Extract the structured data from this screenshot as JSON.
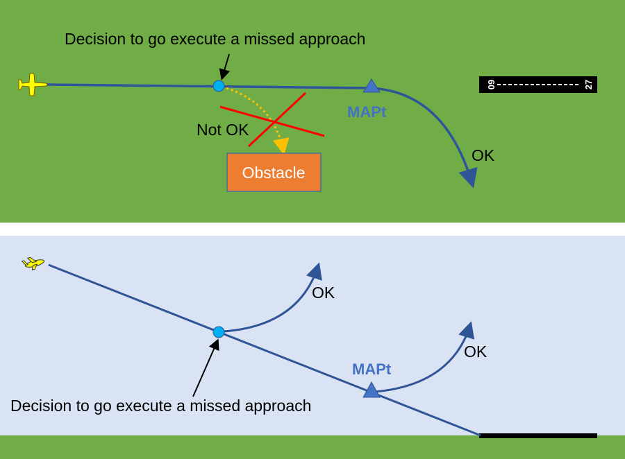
{
  "top_panel": {
    "decision_label": "Decision to go execute a missed approach",
    "not_ok_label": "Not OK",
    "obstacle_label": "Obstacle",
    "mapt_label": "MAPt",
    "ok_label": "OK",
    "runway": {
      "left_number": "09",
      "right_number": "27"
    }
  },
  "bottom_panel": {
    "decision_label": "Decision to go execute a missed approach",
    "ok_label_early": "OK",
    "ok_label_mapt": "OK",
    "mapt_label": "MAPt"
  },
  "colors": {
    "ground": "#70AD47",
    "sky": "#DAE3F3",
    "path": "#2F5597",
    "decision_point": "#00B0F0",
    "mapt": "#4472C4",
    "obstacle": "#ED7D31",
    "cross": "#FF0000",
    "dotted_path": "#FFC000"
  }
}
